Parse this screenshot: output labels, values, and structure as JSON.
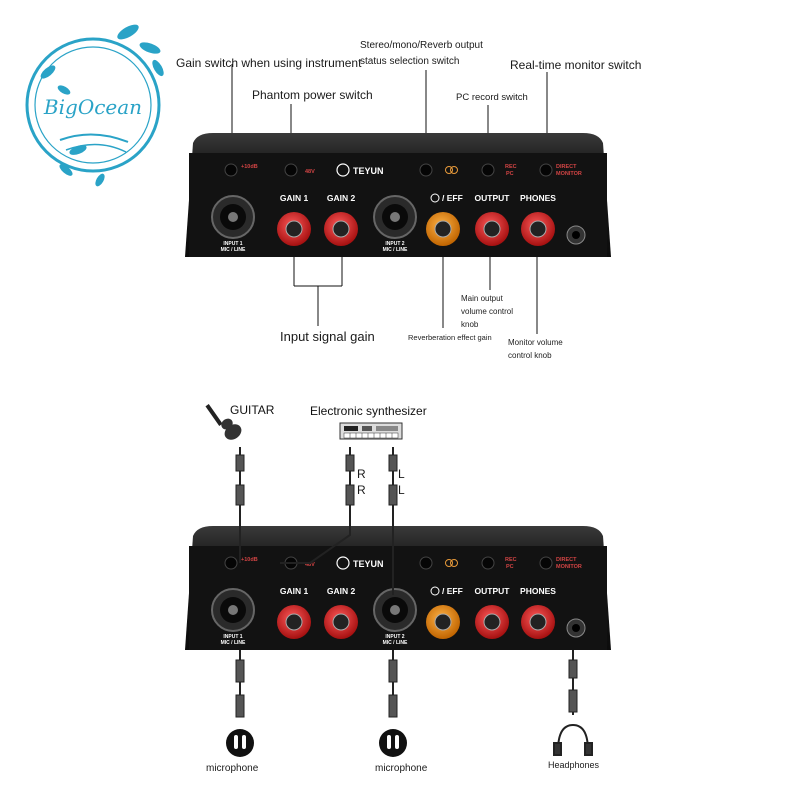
{
  "logo": {
    "text": "BigOcean"
  },
  "top_callouts": {
    "gain_switch": "Gain switch when using instrument",
    "phantom": "Phantom power switch",
    "stereo": "Stereo/mono/Reverb output",
    "stereo2": "status selection switch",
    "realtime": "Real-time monitor switch",
    "pc_record": "PC record switch",
    "input_gain": "Input signal gain",
    "reverb": "Reverberation effect gain",
    "main_out_1": "Main output",
    "main_out_2": "volume control",
    "main_out_3": "knob",
    "mon_vol_1": "Monitor volume",
    "mon_vol_2": "control knob"
  },
  "device": {
    "brand": "TEYUN",
    "instr": "+10dB",
    "v48": "48V",
    "rec": "REC",
    "pc": "PC",
    "direct": "DIRECT",
    "monitor": "MONITOR",
    "gain1": "GAIN 1",
    "gain2": "GAIN 2",
    "eff": "/ EFF",
    "output": "OUTPUT",
    "phones": "PHONES",
    "input1_a": "INPUT 1",
    "input1_b": "MIC / LINE",
    "input2_a": "INPUT 2",
    "input2_b": "MIC / LINE"
  },
  "bottom": {
    "guitar": "GUITAR",
    "synth": "Electronic synthesizer",
    "r1": "R",
    "r2": "R",
    "l1": "L",
    "l2": "L",
    "mic1": "microphone",
    "mic2": "microphone",
    "headphones": "Headphones"
  }
}
